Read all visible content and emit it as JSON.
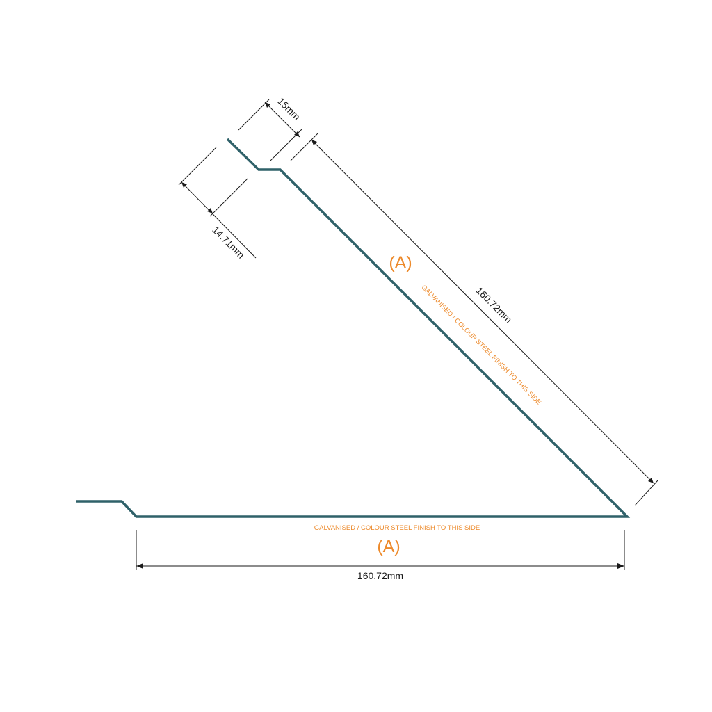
{
  "colors": {
    "profile": "#2f6169",
    "dimension": "#1a1a1a",
    "finish": "#ed8a2b"
  },
  "dimensions": {
    "top_lip_width": "15mm",
    "top_lip_depth": "14.71mm",
    "long_side": "160.72mm",
    "base_side": "160.72mm"
  },
  "finish_notes": {
    "diagonal": "GALVANISED / COLOUR STEEL FINISH TO THIS SIDE",
    "base": "GALVANISED / COLOUR STEEL FINISH TO THIS SIDE"
  },
  "side_labels": {
    "diagonal": "(A)",
    "base": "(A)"
  }
}
